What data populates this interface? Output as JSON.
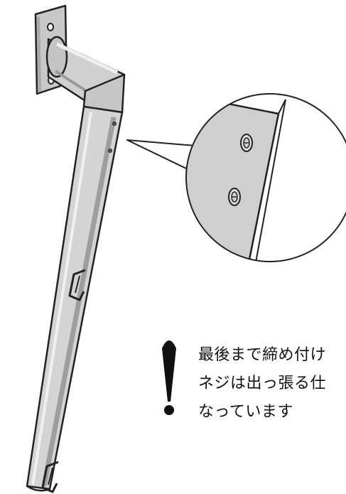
{
  "note": {
    "line1": "最後まで締め付け",
    "line2": "ネジは出っ張る仕",
    "line3": "なっています"
  },
  "colors": {
    "outline": "#222222",
    "pipe_gray": "#d0d0d0",
    "pipe_shadow": "#9a9a9a",
    "pipe_highlight": "#ededed",
    "plate_gray": "#c8c8c8",
    "background": "#ffffff"
  },
  "icons": [
    "exclamation-icon"
  ]
}
